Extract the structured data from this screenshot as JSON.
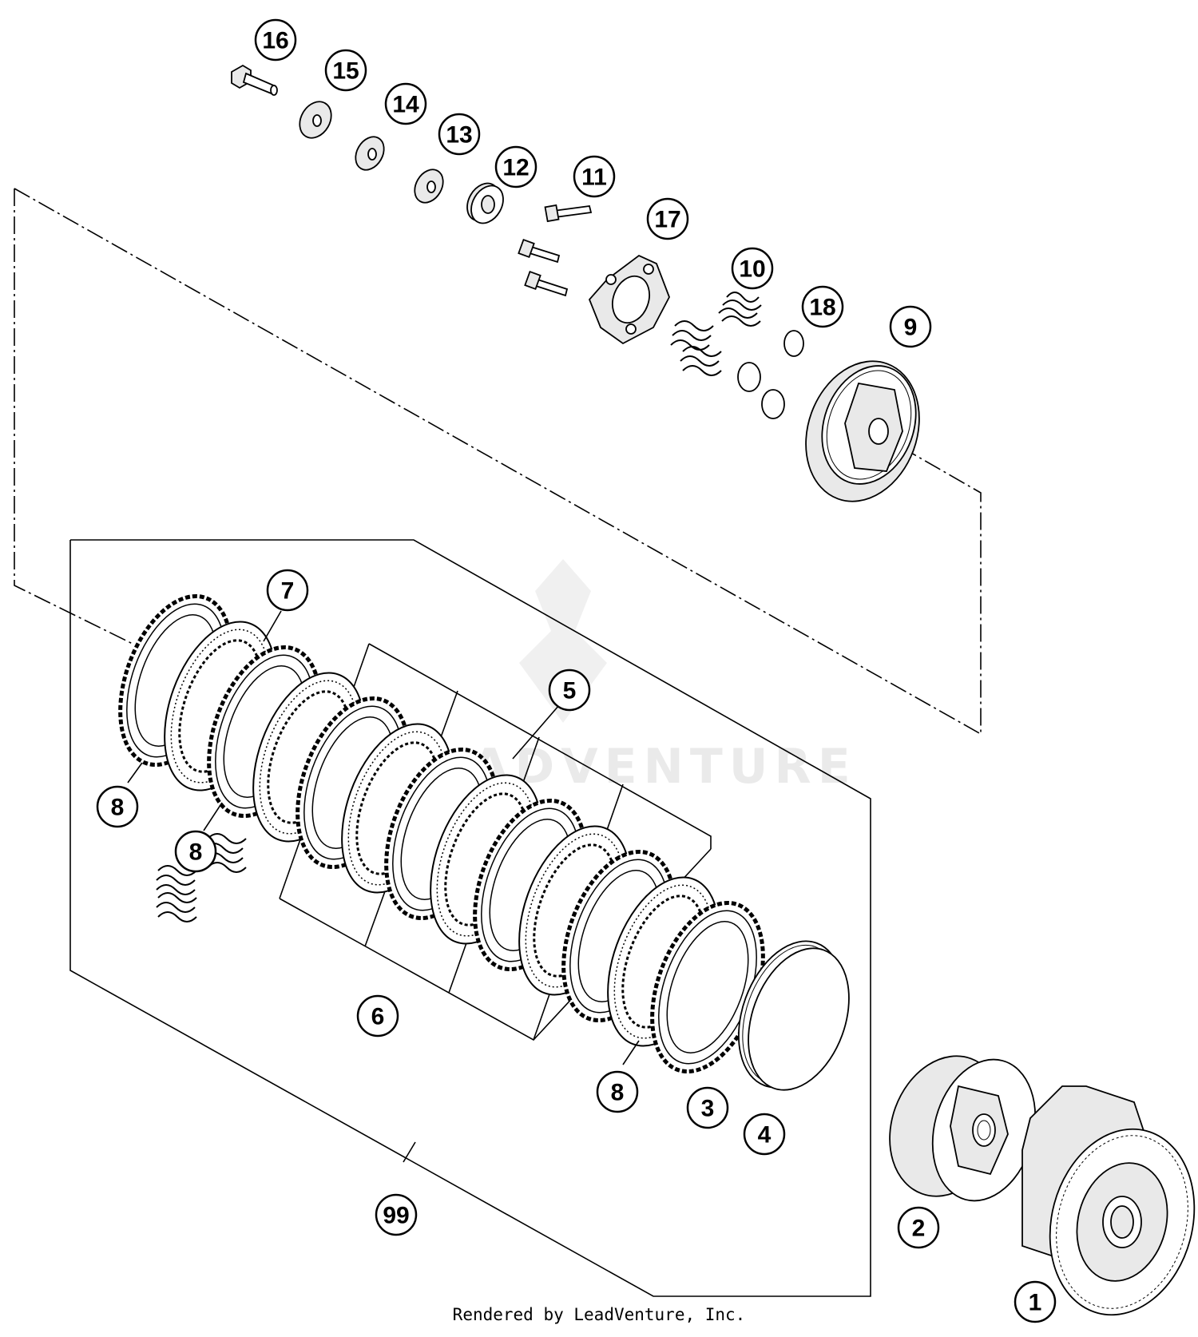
{
  "callouts": [
    {
      "label": "16"
    },
    {
      "label": "15"
    },
    {
      "label": "14"
    },
    {
      "label": "13"
    },
    {
      "label": "12"
    },
    {
      "label": "11"
    },
    {
      "label": "17"
    },
    {
      "label": "10"
    },
    {
      "label": "18"
    },
    {
      "label": "9"
    },
    {
      "label": "7"
    },
    {
      "label": "5"
    },
    {
      "label": "8"
    },
    {
      "label": "8"
    },
    {
      "label": "6"
    },
    {
      "label": "8"
    },
    {
      "label": "3"
    },
    {
      "label": "4"
    },
    {
      "label": "2"
    },
    {
      "label": "1"
    },
    {
      "label": "99"
    }
  ],
  "watermark": "ADVENTURE",
  "credit": "Rendered by LeadVenture, Inc."
}
